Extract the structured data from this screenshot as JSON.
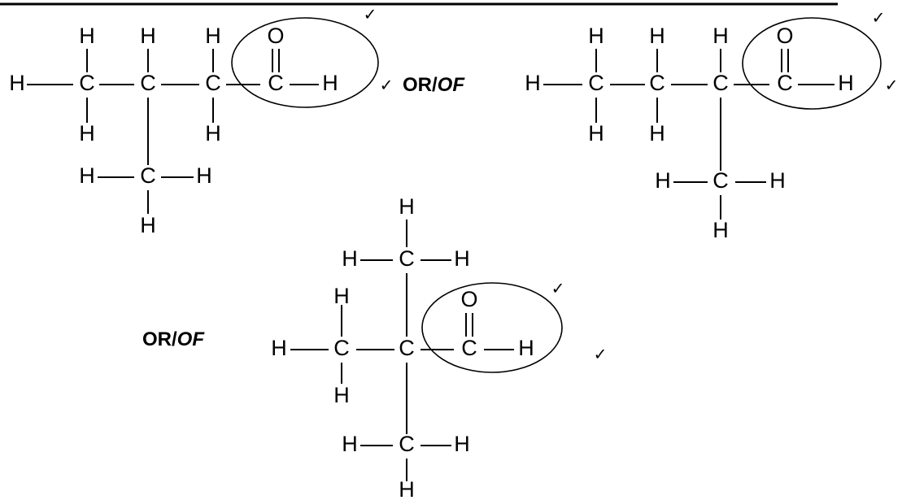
{
  "atoms": {
    "hydrogen": "H",
    "carbon": "C",
    "oxygen": "O"
  },
  "separator": {
    "bold_part": "OR/",
    "italic_part": "OF"
  },
  "tick_mark": "✓",
  "structures": [
    {
      "name": "structure-3-methylbutanal",
      "carbons": 5,
      "ticks": 2
    },
    {
      "name": "structure-2-methylbutanal",
      "carbons": 5,
      "ticks": 2
    },
    {
      "name": "structure-2,2-dimethylpropanal",
      "carbons": 5,
      "ticks": 2
    }
  ]
}
